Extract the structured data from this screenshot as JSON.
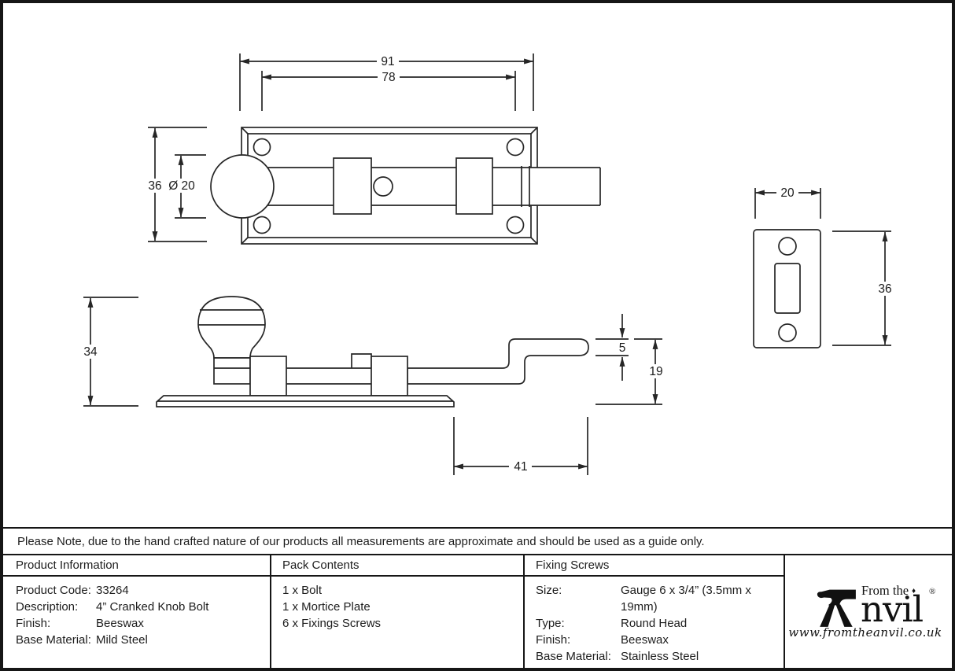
{
  "note": "Please Note, due to the hand crafted nature of our products all measurements are approximate and should be used as a guide only.",
  "drawing": {
    "plan": {
      "width": "91",
      "hole_spacing": "78",
      "height": "36",
      "knob_dia": "Ø 20"
    },
    "side": {
      "height": "34",
      "arm_thickness": "5",
      "arm_drop": "19",
      "arm_length": "41"
    },
    "mortice": {
      "width": "20",
      "height": "36"
    }
  },
  "product_information": {
    "title": "Product Information",
    "rows": [
      {
        "label": "Product Code:",
        "value": "33264"
      },
      {
        "label": "Description:",
        "value": "4” Cranked Knob Bolt"
      },
      {
        "label": "Finish:",
        "value": "Beeswax"
      },
      {
        "label": "Base Material:",
        "value": "Mild Steel"
      }
    ]
  },
  "pack_contents": {
    "title": "Pack Contents",
    "items": [
      "1 x Bolt",
      "1 x Mortice Plate",
      "6 x Fixings Screws"
    ]
  },
  "fixing_screws": {
    "title": "Fixing Screws",
    "rows": [
      {
        "label": "Size:",
        "value": "Gauge 6 x 3/4” (3.5mm x 19mm)"
      },
      {
        "label": "Type:",
        "value": "Round Head"
      },
      {
        "label": "Finish:",
        "value": "Beeswax"
      },
      {
        "label": "Base Material:",
        "value": "Stainless Steel"
      }
    ]
  },
  "logo": {
    "from_the": "From the",
    "diamond": "♦",
    "name_rest": "nvil",
    "registered": "®",
    "url": "www.fromtheanvil.co.uk"
  },
  "colors": {
    "ink": "#1c1c1c",
    "line": "#262626",
    "background": "#ffffff"
  }
}
